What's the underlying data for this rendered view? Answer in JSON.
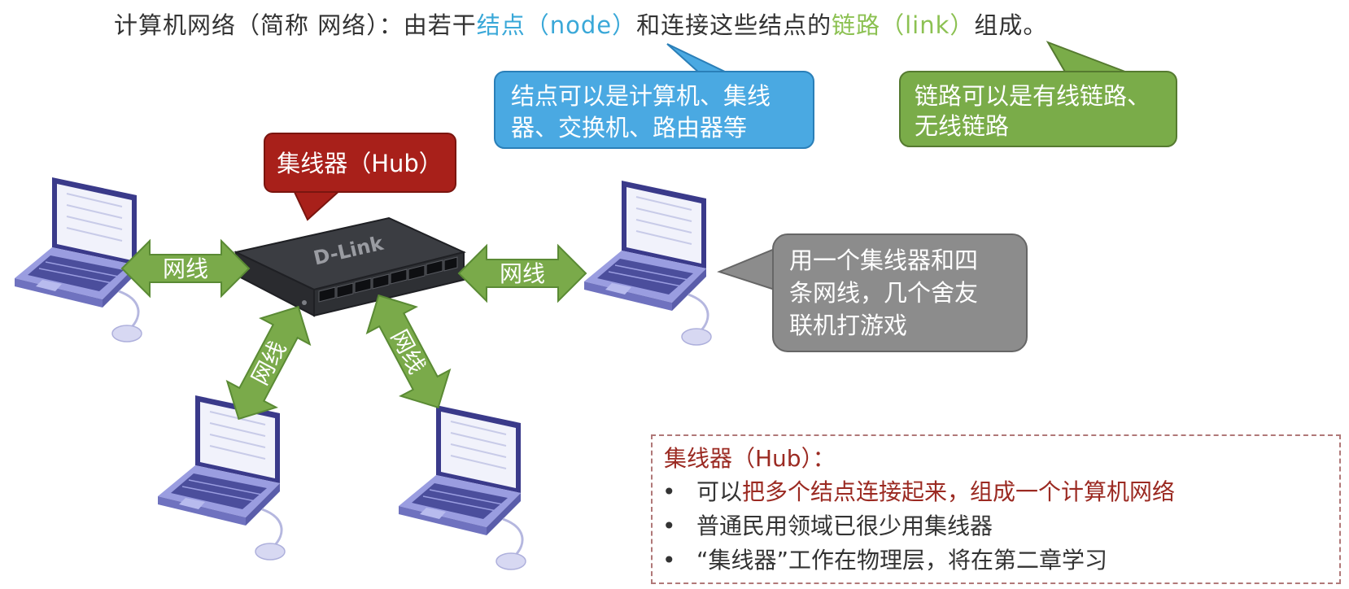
{
  "title": {
    "prefix": "计算机网络（简称 网络）：由若干",
    "node_term": "结点（node）",
    "middle": "和连接这些结点的",
    "link_term": "链路（link）",
    "suffix": "组成。"
  },
  "callouts": {
    "hub": "集线器（Hub）",
    "node_line1": "结点可以是计算机、集线",
    "node_line2": "器、交换机、路由器等",
    "link_line1": "链路可以是有线链路、",
    "link_line2": "无线链路",
    "game_line1": "用一个集线器和四",
    "game_line2": "条网线，几个舍友",
    "game_line3": "联机打游戏"
  },
  "arrows": {
    "left": "网线",
    "right": "网线",
    "bottom_left": "网线",
    "bottom_right": "网线"
  },
  "device": {
    "brand": "D-Link"
  },
  "hub_box": {
    "heading": "集线器（Hub）：",
    "bullet": "•",
    "item1_pre": "可以",
    "item1_highlight": "把多个结点连接起来，组成一个计算机网络",
    "item2": "普通民用领域已很少用集线器",
    "item3": "“集线器”工作在物理层，将在第二章学习"
  },
  "colors": {
    "node_blue": "#3aa8d8",
    "link_green": "#8cc152",
    "hub_red": "#a8201a",
    "arrow_green": "#7aaa4a",
    "callout_blue": "#4aa9e2",
    "callout_green": "#7aac49",
    "callout_gray": "#8c8c8c",
    "laptop_purple": "#8c8fd6"
  }
}
